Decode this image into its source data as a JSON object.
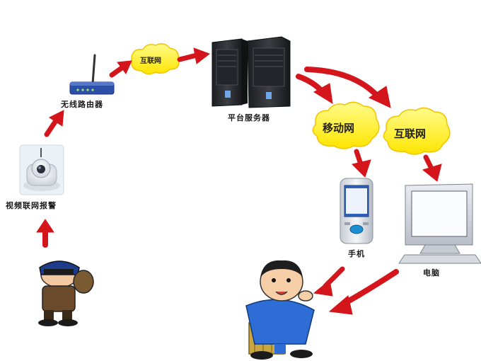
{
  "labels": {
    "camera": "视频联网报警",
    "router": "无线路由器",
    "server": "平台服务器",
    "phone": "手机",
    "computer": "电脑"
  },
  "clouds": {
    "internet_small": "互联网",
    "mobile": "移动网",
    "internet_large": "互联网"
  },
  "colors": {
    "arrow": "#d4151b",
    "cloud_fill": "#fff23a",
    "cloud_edge": "#f2c400",
    "server_body": "#2b2d31",
    "screen_blue": "#2b5fb8",
    "router_blue": "#2c4fa7",
    "shirt_blue": "#2f6dd6",
    "chair": "#c9a640"
  }
}
